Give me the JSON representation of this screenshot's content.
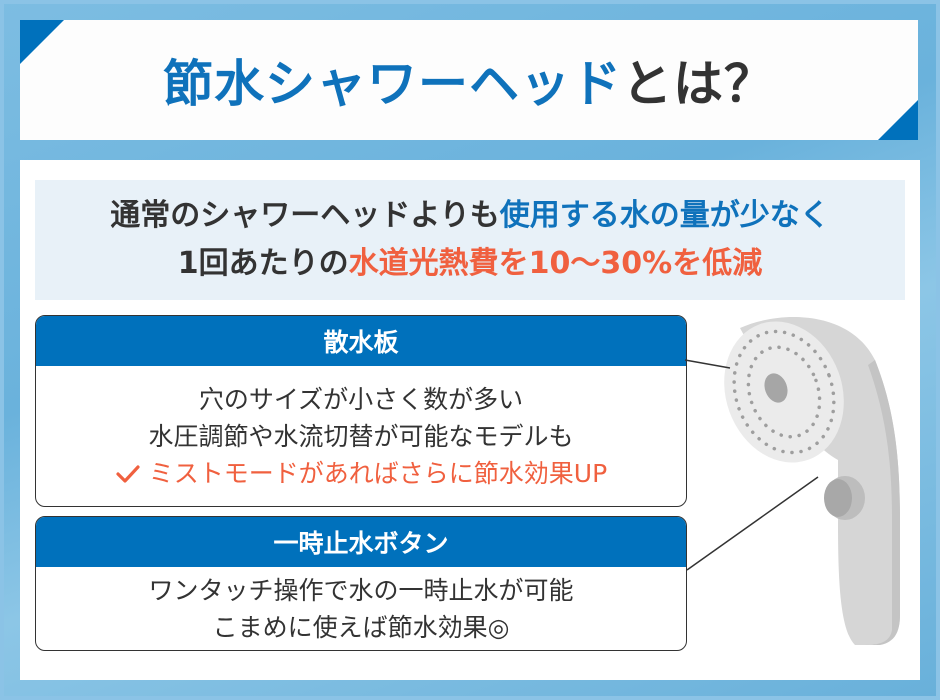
{
  "title": {
    "highlight": "節水シャワーヘッド",
    "rest": "とは？"
  },
  "summary": {
    "line1_normal": "通常のシャワーヘッドよりも",
    "line1_blue": "使用する水の量が少なく",
    "line2_normal_start": "1回あたりの",
    "line2_red": "水道光熱費を10～30%を低減"
  },
  "cards": [
    {
      "heading": "散水板",
      "lines": [
        "穴のサイズが小さく数が多い",
        "水圧調節や水流切替が可能なモデルも"
      ],
      "highlight_icon": "checkmark-icon",
      "highlight": "ミストモードがあればさらに節水効果UP"
    },
    {
      "heading": "一時止水ボタン",
      "lines": [
        "ワンタッチ操作で水の一時止水が可能",
        "こまめに使えば節水効果◎"
      ]
    }
  ],
  "illustration": {
    "label": "shower-head-illustration"
  },
  "colors": {
    "brand_blue": "#0071bc",
    "accent_red": "#f0603f",
    "text_dark": "#333333",
    "summary_bg": "#e8f1f8",
    "background": "#6ab2dc"
  }
}
